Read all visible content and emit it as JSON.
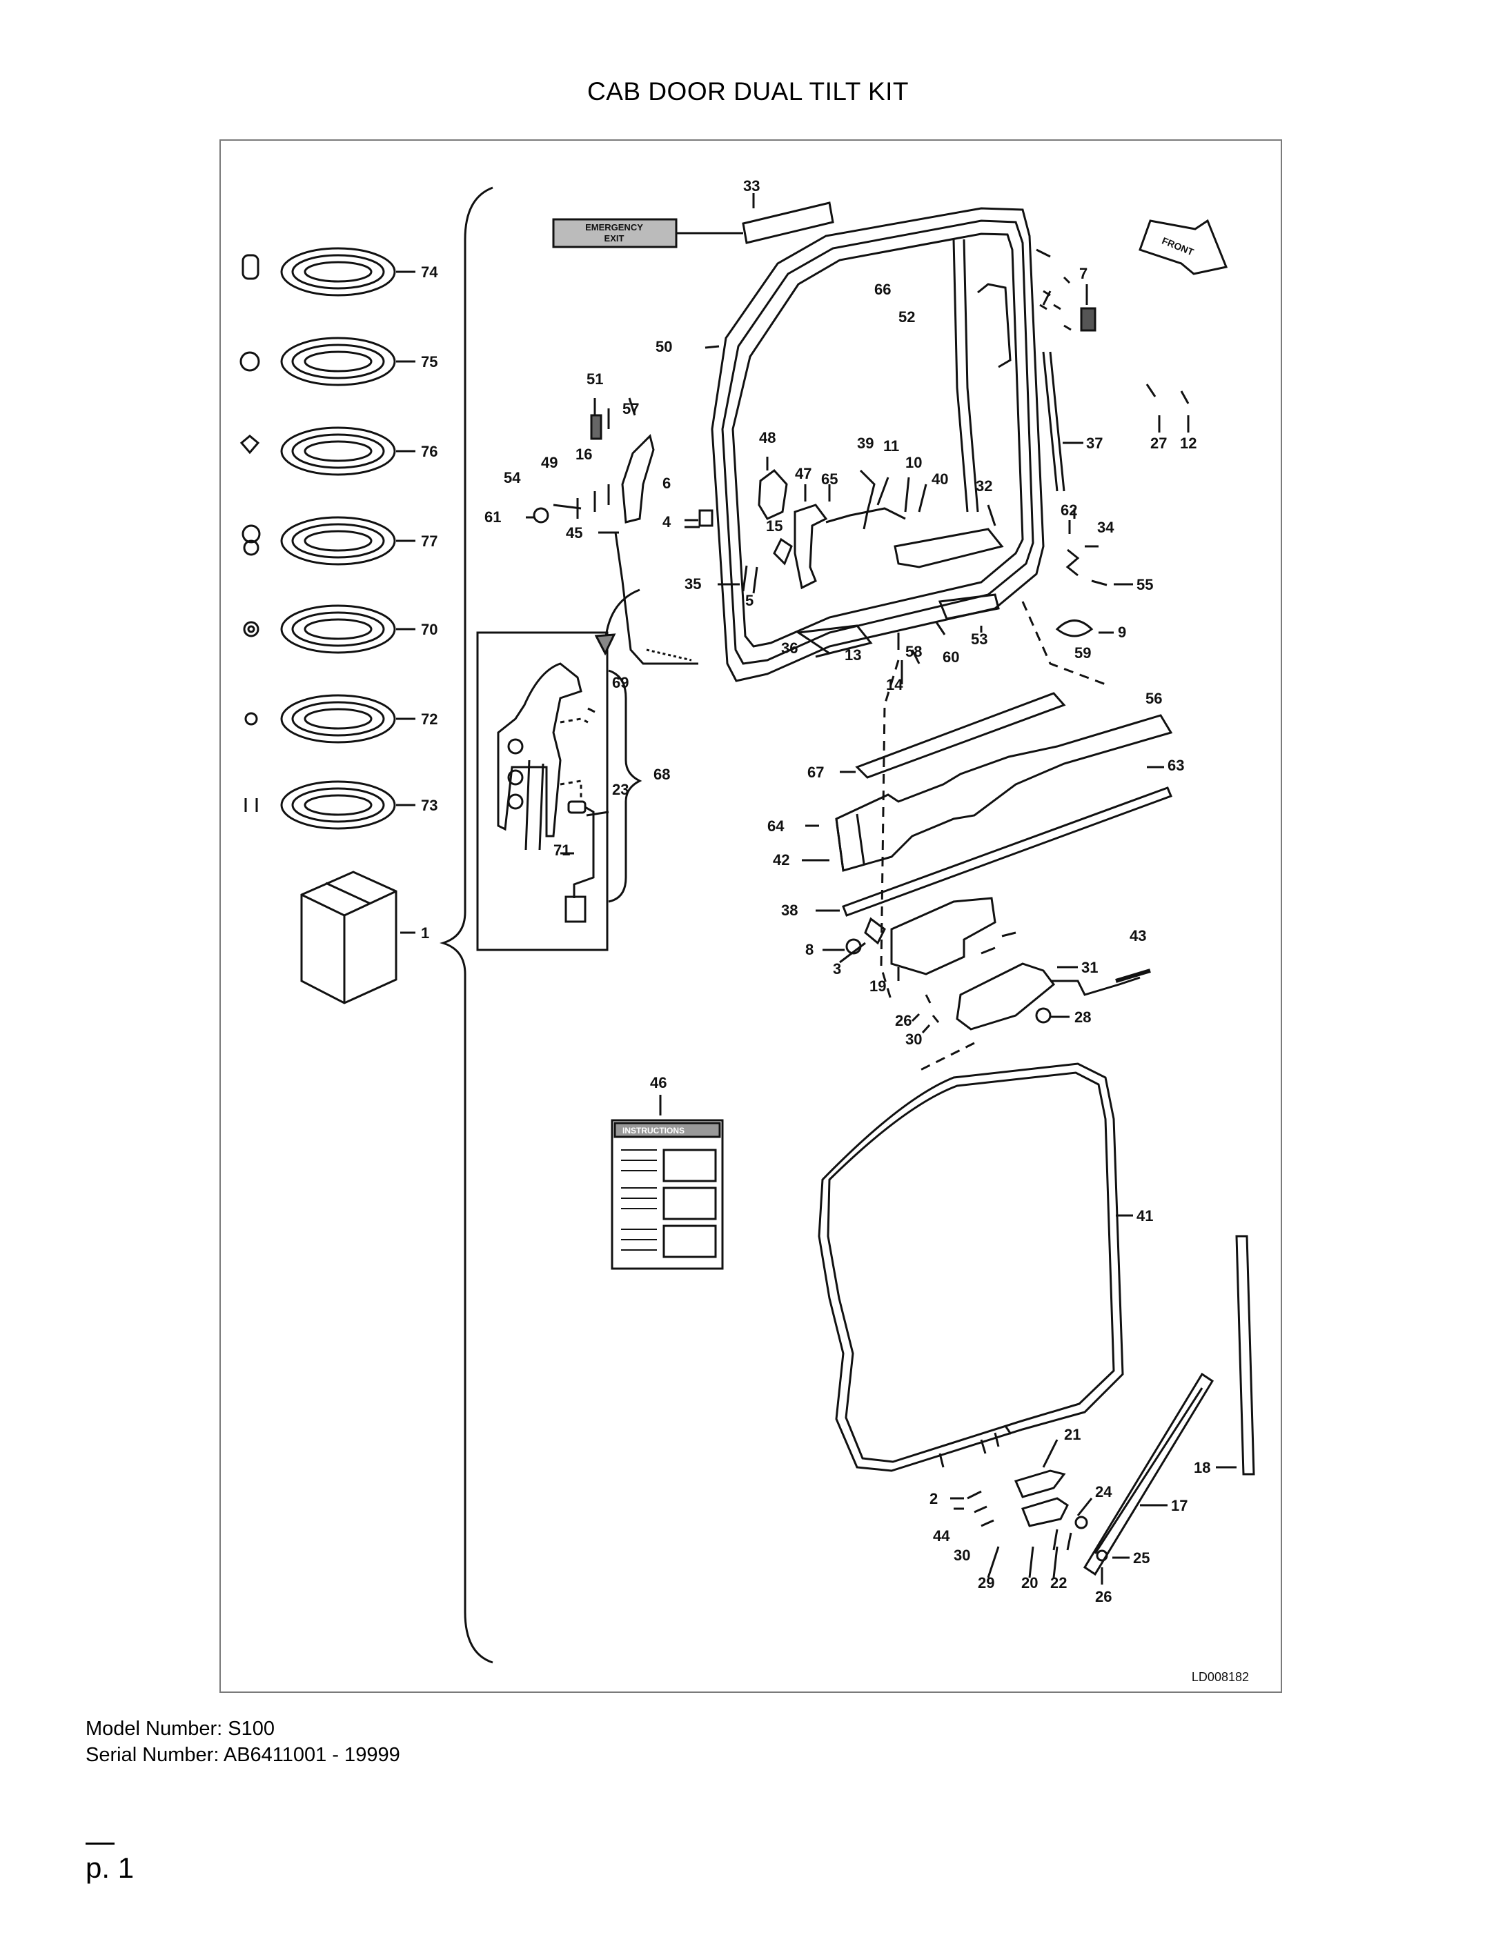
{
  "page": {
    "title": "CAB DOOR DUAL TILT KIT",
    "model_line": "Model Number: S100",
    "serial_line": "Serial Number: AB6411001 - 19999",
    "page_label": "p. 1"
  },
  "diagram": {
    "drawing_id": "LD008182",
    "decal_text_top": "EMERGENCY",
    "decal_text_bottom": "EXIT",
    "instructions_header": "INSTRUCTIONS",
    "front_arrow_label": "FRONT",
    "callouts": {
      "c74": "74",
      "c75": "75",
      "c76": "76",
      "c77": "77",
      "c70": "70",
      "c72": "72",
      "c73": "73",
      "c1": "1",
      "c33": "33",
      "c66": "66",
      "c52": "52",
      "c50": "50",
      "c7": "7",
      "c37": "37",
      "c27": "27",
      "c12": "12",
      "c51": "51",
      "c57": "57",
      "c54": "54",
      "c49": "49",
      "c16": "16",
      "c61": "61",
      "c45": "45",
      "c48": "48",
      "c39": "39",
      "c11": "11",
      "c10": "10",
      "c47": "47",
      "c65": "65",
      "c40": "40",
      "c32": "32",
      "c6": "6",
      "c4": "4",
      "c15": "15",
      "c35": "35",
      "c5": "5",
      "c62": "62",
      "c34": "34",
      "c55": "55",
      "c9": "9",
      "c36": "36",
      "c53": "53",
      "c13": "13",
      "c58": "58",
      "c60": "60",
      "c14": "14",
      "c59": "59",
      "c56": "56",
      "c69": "69",
      "c68": "68",
      "c23": "23",
      "c71": "71",
      "c67": "67",
      "c63": "63",
      "c64": "64",
      "c42": "42",
      "c38": "38",
      "c8": "8",
      "c3": "3",
      "c43": "43",
      "c31": "31",
      "c19": "19",
      "c26a": "26",
      "c30a": "30",
      "c28": "28",
      "c46": "46",
      "c41": "41",
      "c18": "18",
      "c21": "21",
      "c17": "17",
      "c24": "24",
      "c2": "2",
      "c44": "44",
      "c30b": "30",
      "c29": "29",
      "c20": "20",
      "c22": "22",
      "c25": "25",
      "c26b": "26"
    }
  }
}
